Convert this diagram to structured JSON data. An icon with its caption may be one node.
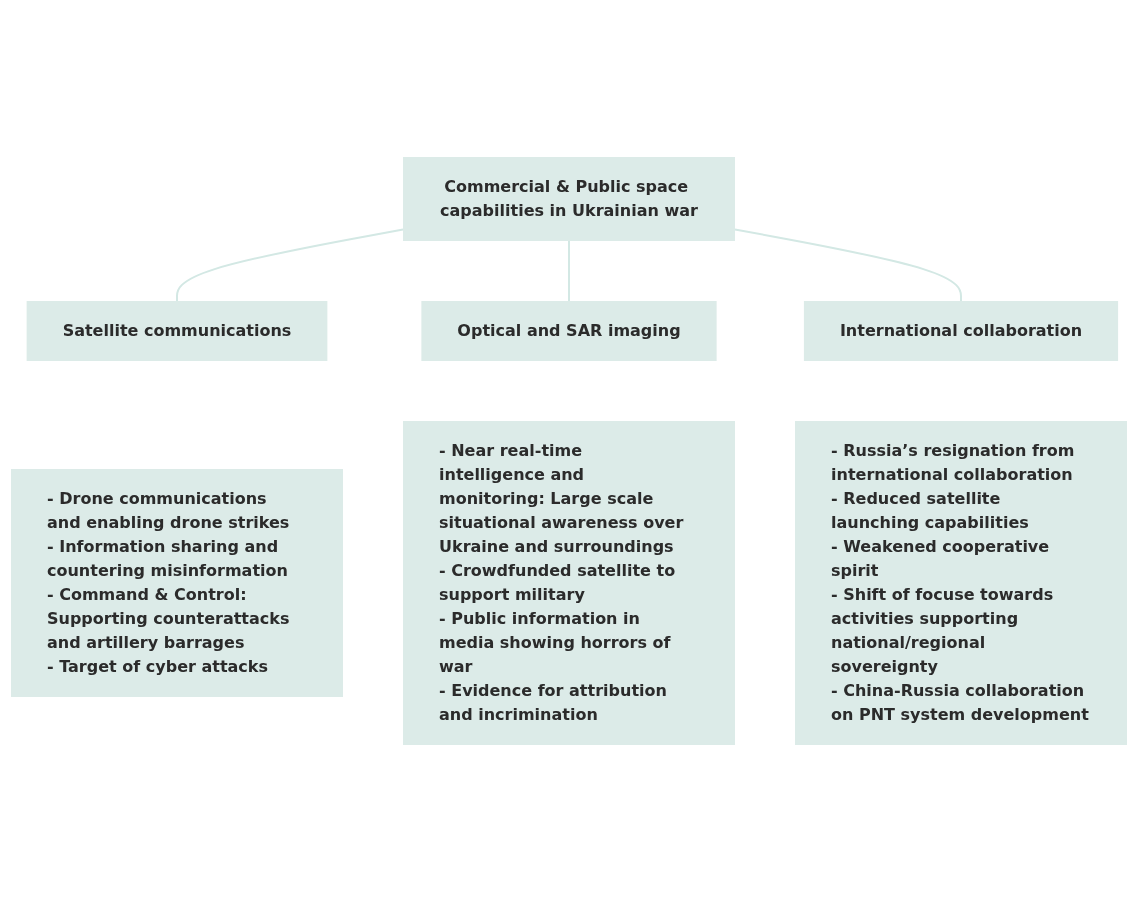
{
  "diagram": {
    "nodes": [
      {
        "text": [
          "Commercial & Public space capabilities in Ukrainian war"
        ]
      },
      {
        "text": [
          "Satellite communications"
        ]
      },
      {
        "text": [
          "Optical and SAR imaging"
        ]
      },
      {
        "text": [
          "International collaboration"
        ]
      },
      {
        "text": [
          "- Drone communications and enabling drone strikes",
          "- Information sharing and countering misinformation",
          "- Command & Control: Supporting counterattacks and artillery barrages",
          "- Target of cyber attacks"
        ]
      },
      {
        "text": [
          "- Near real-time intelligence and monitoring: Large scale situational awareness over Ukraine and surroundings",
          "- Crowdfunded satellite to support military",
          "- Public information in media showing horrors of war",
          "- Evidence for attribution and incrimination"
        ]
      },
      {
        "text": [
          "- Russia’s resignation from international collaboration",
          "- Reduced satellite launching capabilities",
          "- Weakened cooperative spirit",
          "- Shift of focuse towards activities supporting national/regional sovereignty",
          "- China-Russia collaboration on PNT system development"
        ]
      }
    ],
    "edges": [
      {
        "from": 0,
        "to": 1,
        "arrow": "none"
      },
      {
        "from": 0,
        "to": 2,
        "arrow": "none"
      },
      {
        "from": 0,
        "to": 3,
        "arrow": "none"
      }
    ]
  }
}
